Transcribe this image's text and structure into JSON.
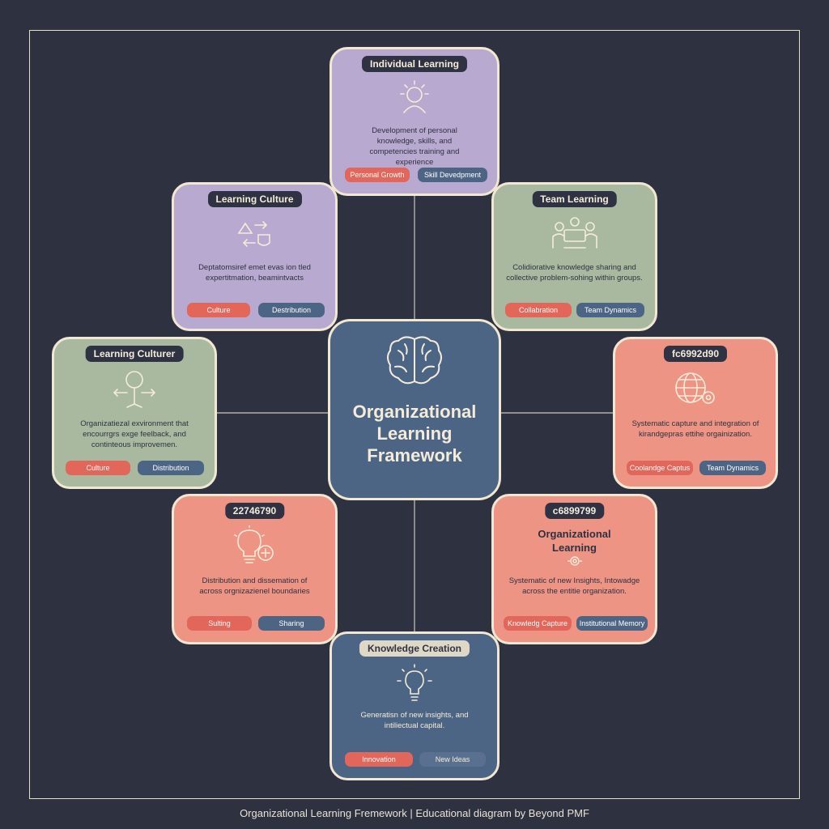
{
  "center": {
    "title": "Organizational Learning Framework"
  },
  "cards": {
    "individual": {
      "title": "Individual Learning",
      "icon": "person-idea-icon",
      "description": "Development of personal knowledge, skills, and competencies training and experience",
      "tags": [
        "Personal Growth",
        "Skill Devedpment"
      ]
    },
    "culture_top": {
      "title": "Learning Culture",
      "icon": "exchange-arrows-icon",
      "description": "Deptatomsiref emet evas ion tled expertitmation, beamintvacts",
      "tags": [
        "Culture",
        "Destribution"
      ]
    },
    "team": {
      "title": "Team Learning",
      "icon": "team-meeting-icon",
      "description": "Colidiorative knowledge sharing and collective problem-sohing within groups.",
      "tags": [
        "Collabration",
        "Team Dynamics"
      ]
    },
    "culture_left": {
      "title": "Learning Culturer",
      "icon": "tree-network-icon",
      "description": "Organizatiezal exvironment that encourrgrs exge feelback, and continteous improvemen.",
      "tags": [
        "Culture",
        "Distribution"
      ]
    },
    "right": {
      "title": "fc6992d90",
      "icon": "globe-gear-icon",
      "description": "Systematic capture and integration of kirandgepras ettihe orgainization.",
      "tags": [
        "Coolandge Captus",
        "Team Dynamics"
      ]
    },
    "bottom_left": {
      "title": "22746790",
      "icon": "lightbulb-plus-icon",
      "description": "Distribution and dissemation of across orgnizazienel boundaries",
      "tags": [
        "Sulting",
        "Sharing"
      ]
    },
    "bottom_right": {
      "title": "c6899799",
      "subtitle": "Organizational Learning",
      "icon": "gear-hands-icon",
      "description": "Systematic of new Insights, Intowadge across the entitie organization.",
      "tags": [
        "Knowledg Capture",
        "Institutional Memory"
      ]
    },
    "knowledge": {
      "title": "Knowledge Creation",
      "icon": "lightbulb-icon",
      "description": "Generatisn of new insights, and intiliectual capital.",
      "tags": [
        "Innovation",
        "New Ideas"
      ]
    }
  },
  "footer": "Organizational Learning Fremework | Educational diagram by Beyond PMF"
}
